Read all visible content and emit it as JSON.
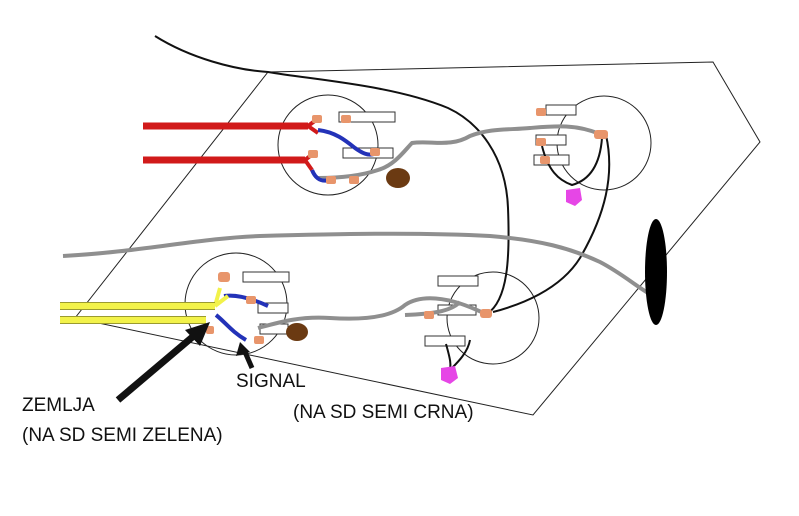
{
  "labels": {
    "ground_title": "ZEMLJA",
    "ground_note": "(NA SD SEMI ZELENA)",
    "signal_title": "SIGNAL",
    "signal_note": "(NA SD SEMI CRNA)"
  },
  "colors": {
    "hot_wire": "#d11a1a",
    "ground_wire": "#f2f24a",
    "shielded_wire": "#8f8f8f",
    "black_wire": "#111111",
    "blue_wire": "#2332b8",
    "solder_lug": "#e8956b",
    "capacitor": "#6b3a12",
    "pink_cap": "#e646e6",
    "jack": "#000000",
    "outline": "#222222"
  }
}
